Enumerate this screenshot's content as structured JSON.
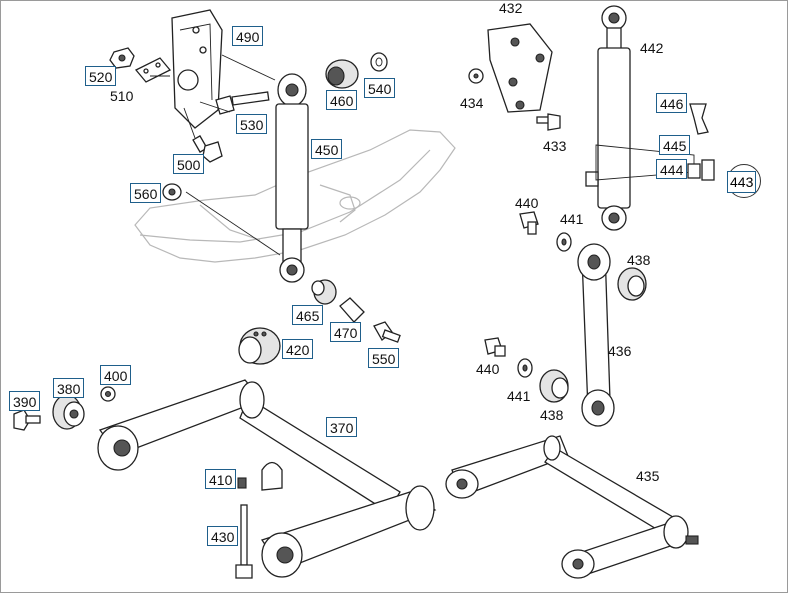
{
  "diagram": {
    "callouts": [
      {
        "id": "490",
        "label": "490"
      },
      {
        "id": "520",
        "label": "520"
      },
      {
        "id": "510",
        "label": "510"
      },
      {
        "id": "540",
        "label": "540"
      },
      {
        "id": "460",
        "label": "460"
      },
      {
        "id": "530",
        "label": "530"
      },
      {
        "id": "450",
        "label": "450"
      },
      {
        "id": "500",
        "label": "500"
      },
      {
        "id": "560",
        "label": "560"
      },
      {
        "id": "465",
        "label": "465"
      },
      {
        "id": "470",
        "label": "470"
      },
      {
        "id": "550",
        "label": "550"
      },
      {
        "id": "420",
        "label": "420"
      },
      {
        "id": "400",
        "label": "400"
      },
      {
        "id": "380",
        "label": "380"
      },
      {
        "id": "390",
        "label": "390"
      },
      {
        "id": "370",
        "label": "370"
      },
      {
        "id": "410",
        "label": "410"
      },
      {
        "id": "430",
        "label": "430"
      },
      {
        "id": "432",
        "label": "432"
      },
      {
        "id": "442",
        "label": "442"
      },
      {
        "id": "434",
        "label": "434"
      },
      {
        "id": "433",
        "label": "433"
      },
      {
        "id": "446",
        "label": "446"
      },
      {
        "id": "445",
        "label": "445"
      },
      {
        "id": "444",
        "label": "444"
      },
      {
        "id": "443",
        "label": "443"
      },
      {
        "id": "440a",
        "label": "440"
      },
      {
        "id": "441a",
        "label": "441"
      },
      {
        "id": "438a",
        "label": "438"
      },
      {
        "id": "436",
        "label": "436"
      },
      {
        "id": "440b",
        "label": "440"
      },
      {
        "id": "441b",
        "label": "441"
      },
      {
        "id": "438b",
        "label": "438"
      },
      {
        "id": "435",
        "label": "435"
      }
    ]
  }
}
